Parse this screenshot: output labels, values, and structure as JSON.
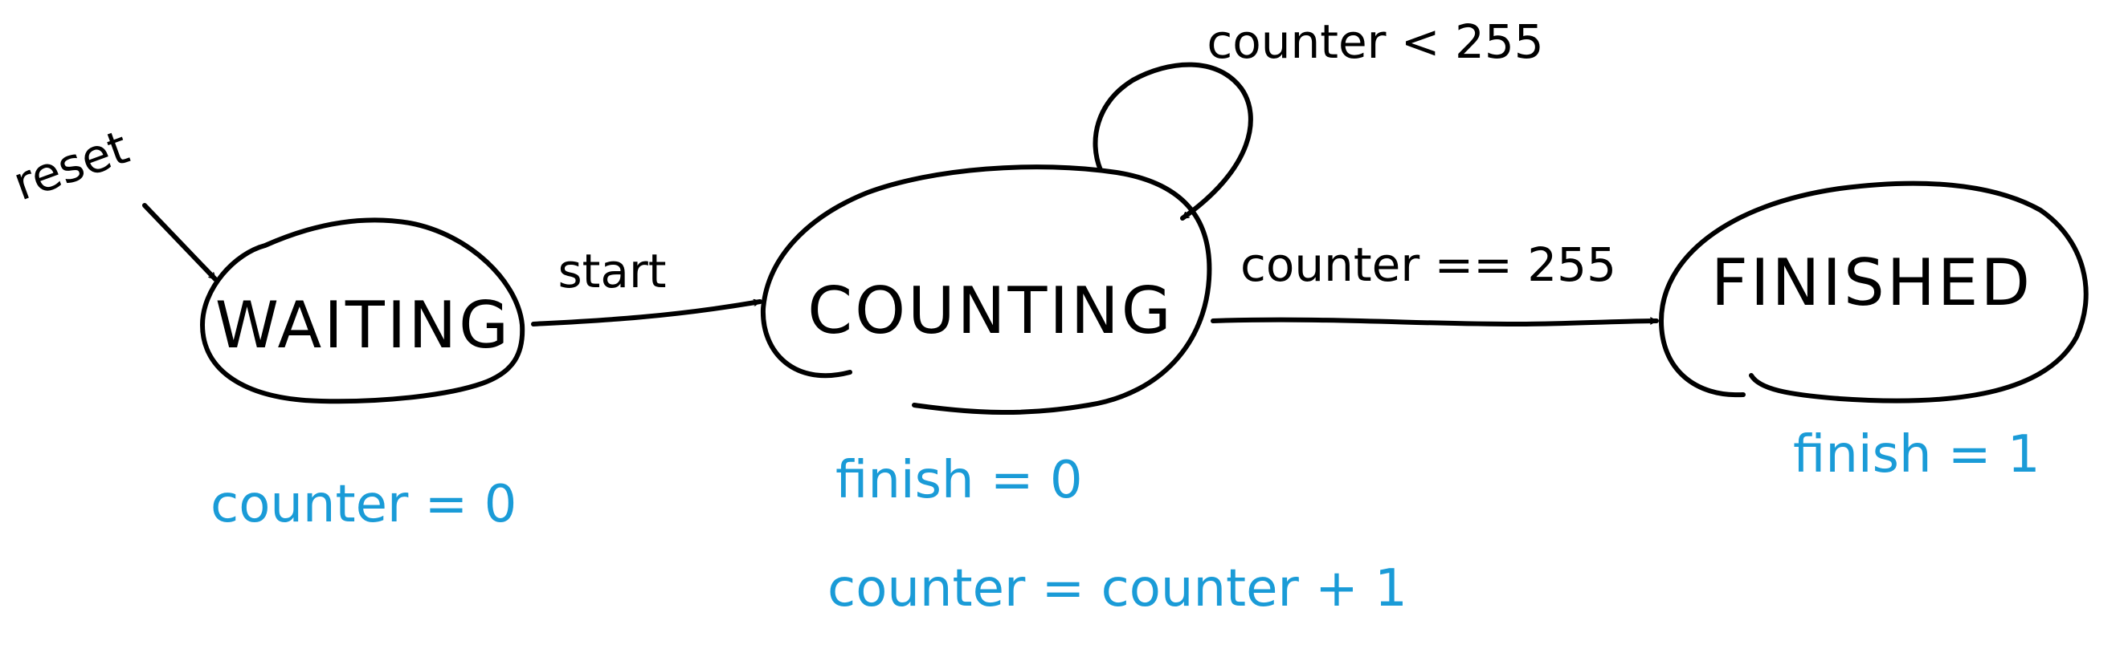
{
  "colors": {
    "ink": "#000000",
    "action_ink": "#1a9bd7",
    "background": "#ffffff"
  },
  "states": [
    {
      "id": "waiting",
      "label": "WAITING"
    },
    {
      "id": "counting",
      "label": "COUNTING"
    },
    {
      "id": "finished",
      "label": "FINISHED"
    }
  ],
  "transitions": {
    "reset": "reset",
    "start": "start",
    "self_loop": "counter < 255",
    "to_finished": "counter == 255"
  },
  "actions": {
    "waiting": [
      "counter = 0"
    ],
    "counting": [
      "finish = 0",
      "counter = counter + 1"
    ],
    "finished": [
      "finish = 1"
    ]
  }
}
